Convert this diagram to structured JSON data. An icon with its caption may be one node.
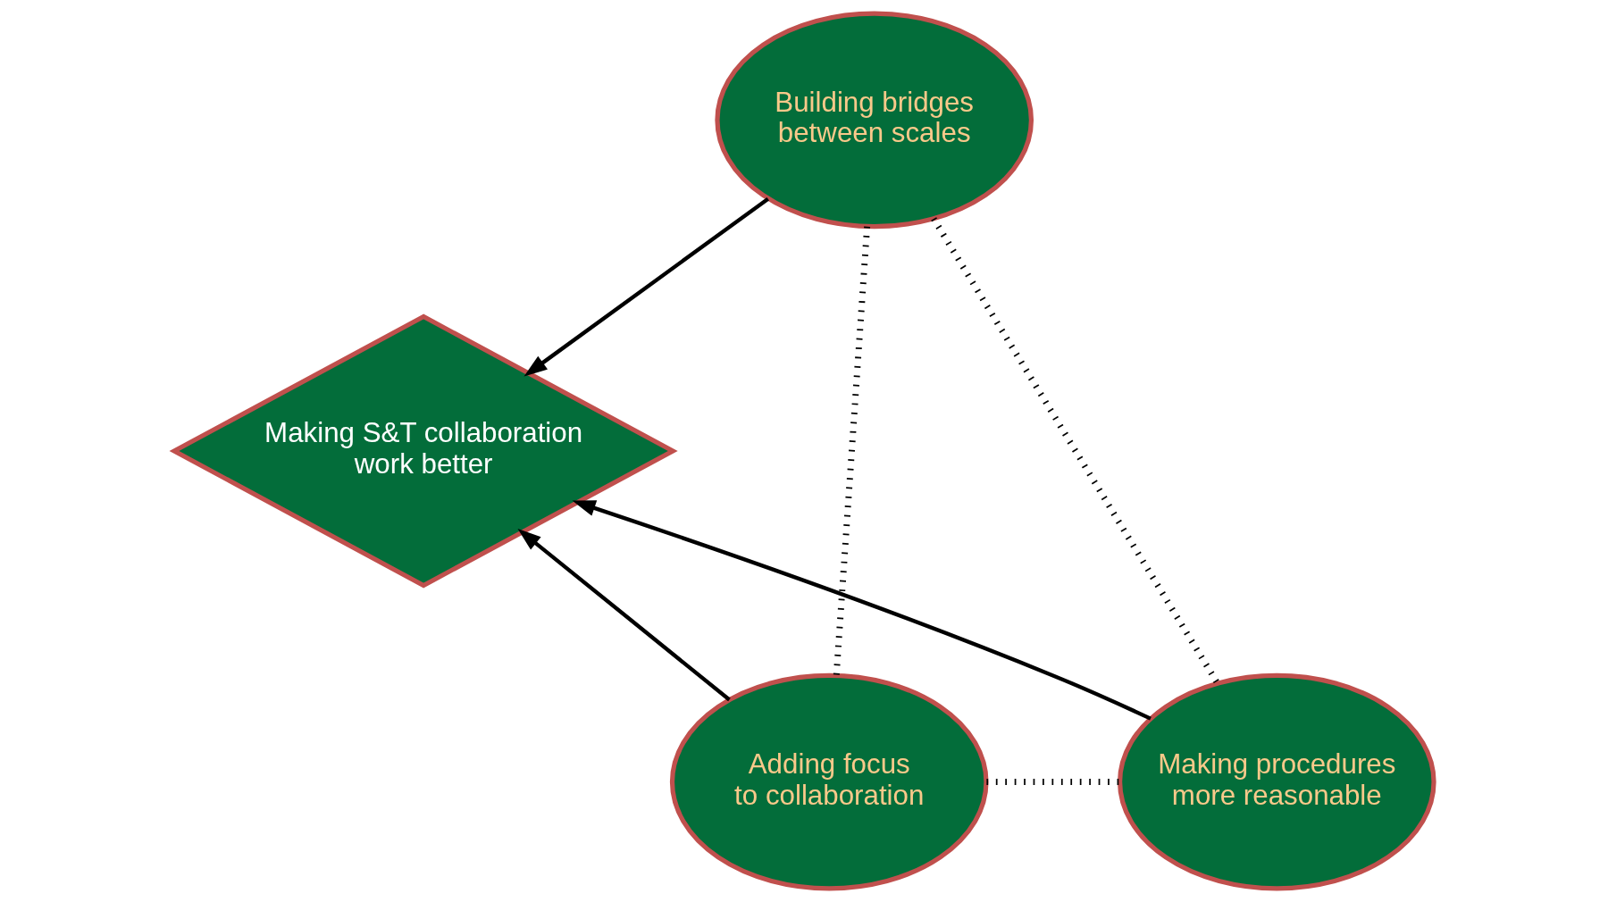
{
  "diagram": {
    "nodes": [
      {
        "text": [
          "Building bridges between scales"
        ]
      },
      {
        "text": [
          "Making S&T collaboration work better"
        ]
      },
      {
        "text": [
          "Adding focus to collaboration"
        ]
      },
      {
        "text": [
          "Making procedures more reasonable"
        ]
      }
    ],
    "edges": [
      {
        "from": 0,
        "to": 1,
        "arrow": "to"
      },
      {
        "from": 2,
        "to": 1,
        "arrow": "to"
      },
      {
        "from": 3,
        "to": 1,
        "arrow": "to"
      },
      {
        "from": 0,
        "to": 2,
        "arrow": "none",
        "style": "dashed"
      },
      {
        "from": 0,
        "to": 3,
        "arrow": "none",
        "style": "dashed"
      },
      {
        "from": 2,
        "to": 3,
        "arrow": "none",
        "style": "dashed"
      }
    ]
  }
}
